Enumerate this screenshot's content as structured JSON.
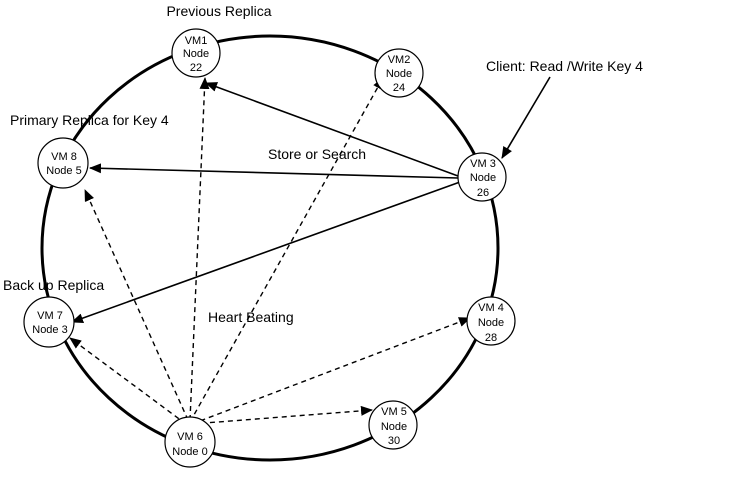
{
  "nodes": [
    {
      "id": "vm1",
      "line1": "VM1",
      "line2": "Node",
      "line3": "22"
    },
    {
      "id": "vm2",
      "line1": "VM2",
      "line2": "Node",
      "line3": "24"
    },
    {
      "id": "vm3",
      "line1": "VM 3",
      "line2": "Node",
      "line3": "26"
    },
    {
      "id": "vm4",
      "line1": "VM 4",
      "line2": "Node",
      "line3": "28"
    },
    {
      "id": "vm5",
      "line1": "VM 5",
      "line2": "Node",
      "line3": "30"
    },
    {
      "id": "vm6",
      "line1": "VM 6",
      "line2": "Node 0"
    },
    {
      "id": "vm7",
      "line1": "VM 7",
      "line2": "Node 3"
    },
    {
      "id": "vm8",
      "line1": "VM 8",
      "line2": "Node 5"
    }
  ],
  "labels": {
    "previous_replica": "Previous Replica",
    "primary_replica": "Primary Replica for Key 4",
    "backup_replica": "Back up Replica",
    "client": "Client: Read /Write Key 4",
    "store_search": "Store or Search",
    "heart_beating": "Heart Beating"
  },
  "colors": {
    "stroke": "#000000",
    "fill": "#ffffff"
  }
}
